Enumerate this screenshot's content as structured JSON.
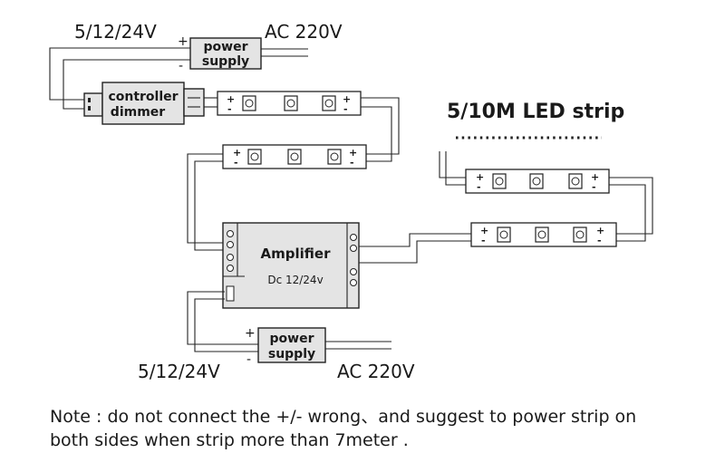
{
  "diagram": {
    "top_voltage_label": "5/12/24V",
    "top_ac_label": "AC  220V",
    "power_supply_top": [
      "power",
      "supply"
    ],
    "controller": [
      "controller",
      "dimmer"
    ],
    "strip_title": "5/10M  LED strip",
    "amplifier_title": "Amplifier",
    "amplifier_subtitle": "Dc 12/24v",
    "power_supply_bottom": [
      "power",
      "supply"
    ],
    "bottom_voltage_label": "5/12/24V",
    "bottom_ac_label": "AC  220V",
    "plus_sign": "+",
    "minus_sign": "-"
  },
  "note": {
    "line1": "Note : do not connect the +/- wrong、and suggest to power strip on",
    "line2": "both sides when strip more than 7meter ."
  }
}
